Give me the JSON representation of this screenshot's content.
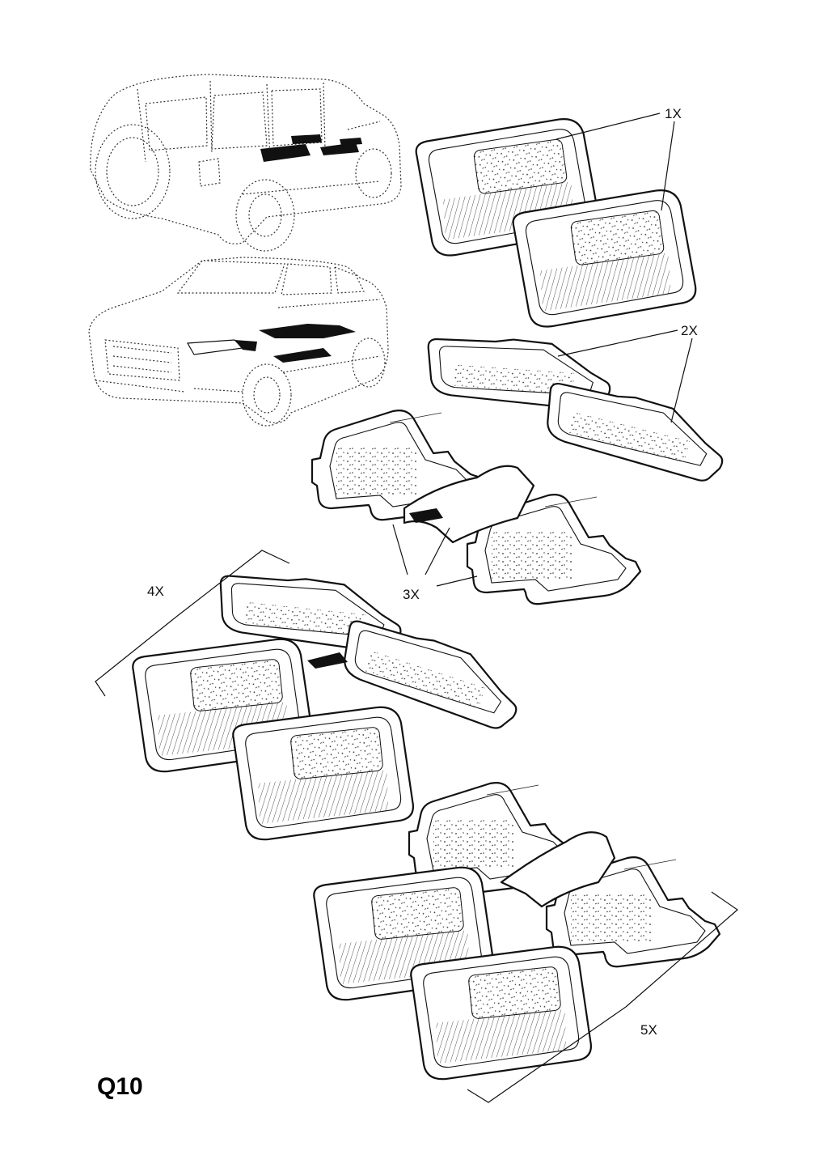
{
  "callouts": {
    "c1": "1X",
    "c2": "2X",
    "c3": "3X",
    "c4": "4X",
    "c5": "5X"
  },
  "page_code": "Q10"
}
